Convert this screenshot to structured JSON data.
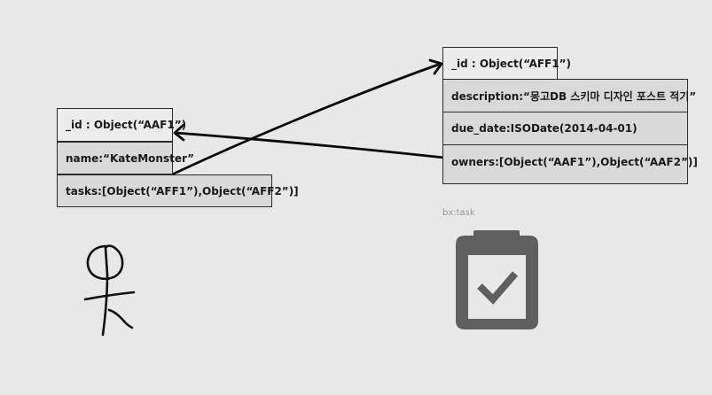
{
  "user_doc": {
    "rows": [
      {
        "text": "_id : Object(“AAF1”)"
      },
      {
        "text": "name:“KateMonster”"
      },
      {
        "text": "tasks:[Object(“AFF1”),Object(“AFF2”)]"
      }
    ]
  },
  "task_doc": {
    "rows": [
      {
        "text": "_id : Object(“AFF1”)"
      },
      {
        "text": "description:“몽고DB 스키마 디자인 포스트 적기”"
      },
      {
        "text": "due_date:ISODate(2014-04-01)"
      },
      {
        "text": "owners:[Object(“AAF1”),Object(“AAF2”)]"
      }
    ]
  },
  "task_icon": {
    "caption": "bx:task",
    "icon": "clipboard-check-icon",
    "color": "#5f5f5f"
  },
  "user_figure": {
    "icon": "stick-figure-icon"
  }
}
